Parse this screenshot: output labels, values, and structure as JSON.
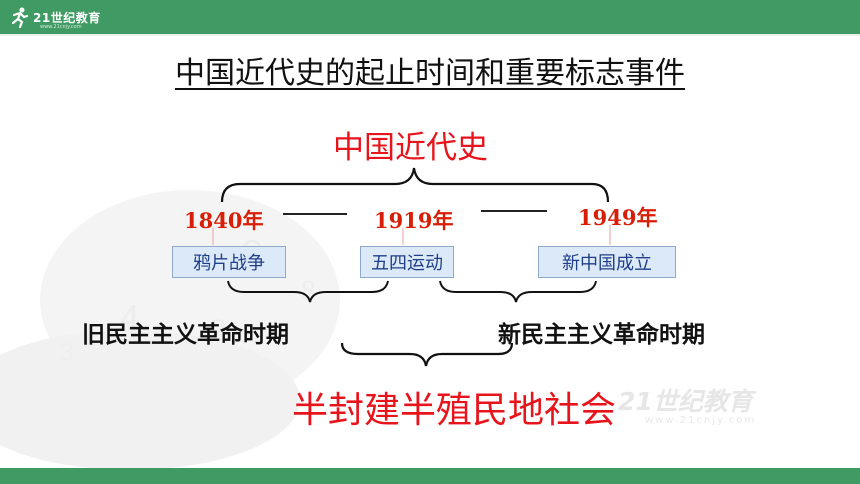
{
  "brand": {
    "logo_text": "21世纪教育",
    "logo_sub": "www.21cnjy.com",
    "watermark_text": "21世纪教育",
    "watermark_sub": "www.21cnjy.com",
    "color": "#3f9b63"
  },
  "title": "中国近代史的起止时间和重要标志事件",
  "diagram": {
    "top_label": "中国近代史",
    "years": [
      "1840年",
      "1919年",
      "1949年"
    ],
    "events": [
      "鸦片战争",
      "五四运动",
      "新中国成立"
    ],
    "periods": [
      "旧民主主义革命时期",
      "新民主主义革命时期"
    ],
    "society": "半封建半殖民地社会",
    "accent": "#e8141c"
  }
}
